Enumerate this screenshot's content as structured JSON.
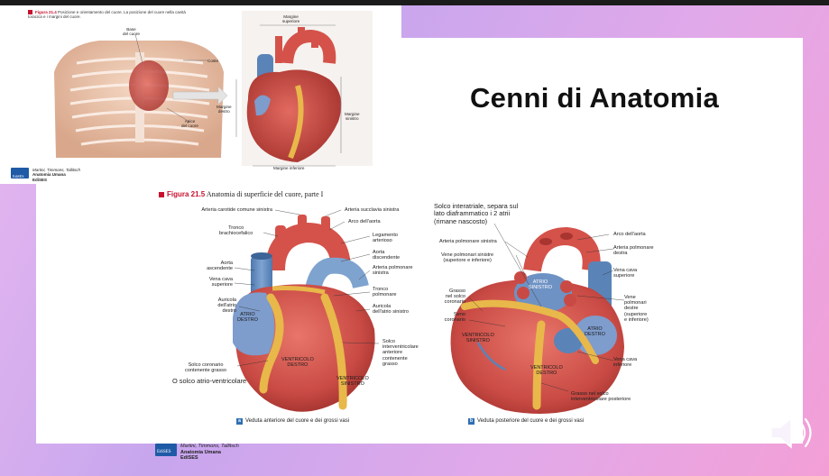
{
  "slide": {
    "title": "Cenni di Anatomia"
  },
  "figure_21_4": {
    "label": "Figura 21.4",
    "caption": "Posizione e orientamento del cuore. La posizione del cuore nella cavità toracica e i margini del cuore.",
    "labels": {
      "base": "Base\ndel cuore",
      "coste": "Coste",
      "apice": "Apice\ndel cuore",
      "margine_superiore": "Margine\nsuperiore",
      "margine_destro": "Margine\ndestro",
      "margine_sinistro": "Margine\nsinistro",
      "margine_inferiore": "Margine inferiore"
    }
  },
  "figure_21_5": {
    "label": "Figura 21.5",
    "caption": "Anatomia di superficie del cuore, parte I",
    "anterior_labels": {
      "carotide": "Arteria carotide comune sinistra",
      "succlavia": "Arteria succlavia sinistra",
      "arco": "Arco dell'aorta",
      "tronco_brachio": "Tronco\nbrachiocefalico",
      "legamento": "Legamento\narterioso",
      "aorta_disc": "Aorta\ndiscendente",
      "aorta_asc": "Aorta\nascendente",
      "vena_cava_sup": "Vena cava\nsuperiore",
      "arteria_polm_sin": "Arteria polmonare\nsinistra",
      "tronco_polm": "Tronco\npolmonare",
      "auricola_dx": "Auricola\ndell'atrio\ndestro",
      "auricola_sx": "Auricola\ndell'atrio sinistro",
      "atrio_destro": "ATRIO\nDESTRO",
      "ventricolo_destro": "VENTRICOLO\nDESTRO",
      "ventricolo_sinistro": "VENTRICOLO\nSINISTRO",
      "solco_interv": "Solco\ninterventricolare\nanteriore\ncontenente\ngrasso",
      "solco_coronario": "Solco coronario\ncontenente grasso",
      "solco_av": "O solco atrio-ventricolare",
      "subcaption_badge": "a",
      "subcaption": "Veduta anteriore del cuore e dei grossi vasi"
    },
    "posterior_labels": {
      "solco_interatriale": "Solco interatriale, separa sul\nlato diaframmatico i 2 atrii\n(rimane nascosto)",
      "arteria_polm_sin": "Arteria polmonare sinistra",
      "arco": "Arco dell'aorta",
      "arteria_polm_dx": "Arteria polmonare\ndestra",
      "vene_polm_sin": "Vene polmonari sinistre\n(superiore e inferiore)",
      "vena_cava_sup": "Vena cava\nsuperiore",
      "grasso": "Grasso\nnel solco\ncoronario",
      "seno": "Seno\ncoronario",
      "atrio_sinistro": "ATRIO\nSINISTRO",
      "vene_polm_dx": "Vene\npolmonari\ndestre\n(superiore\ne inferiore)",
      "atrio_destro": "ATRIO\nDESTRO",
      "ventricolo_sinistro": "VENTRICOLO\nSINISTRO",
      "ventricolo_destro": "VENTRICOLO\nDESTRO",
      "vena_cava_inf": "Vena cava\ninferiore",
      "grasso_post": "Grasso nel solco\ninterventricolare posteriore",
      "subcaption_badge": "b",
      "subcaption": "Veduta posteriore del cuore e dei grossi vasi"
    }
  },
  "publisher": {
    "authors": "Martini, Timmons, Tallitsch",
    "book": "Anatomia Umana",
    "house": "EdiSES",
    "logo_text": "EdiSES"
  },
  "colors": {
    "heart_red": "#c94a44",
    "fat_yellow": "#e8b84a",
    "vein_blue": "#5a84b8",
    "artery_red": "#d4524a",
    "accent_red": "#c8102e"
  },
  "icons": {
    "speaker": "speaker-icon"
  }
}
